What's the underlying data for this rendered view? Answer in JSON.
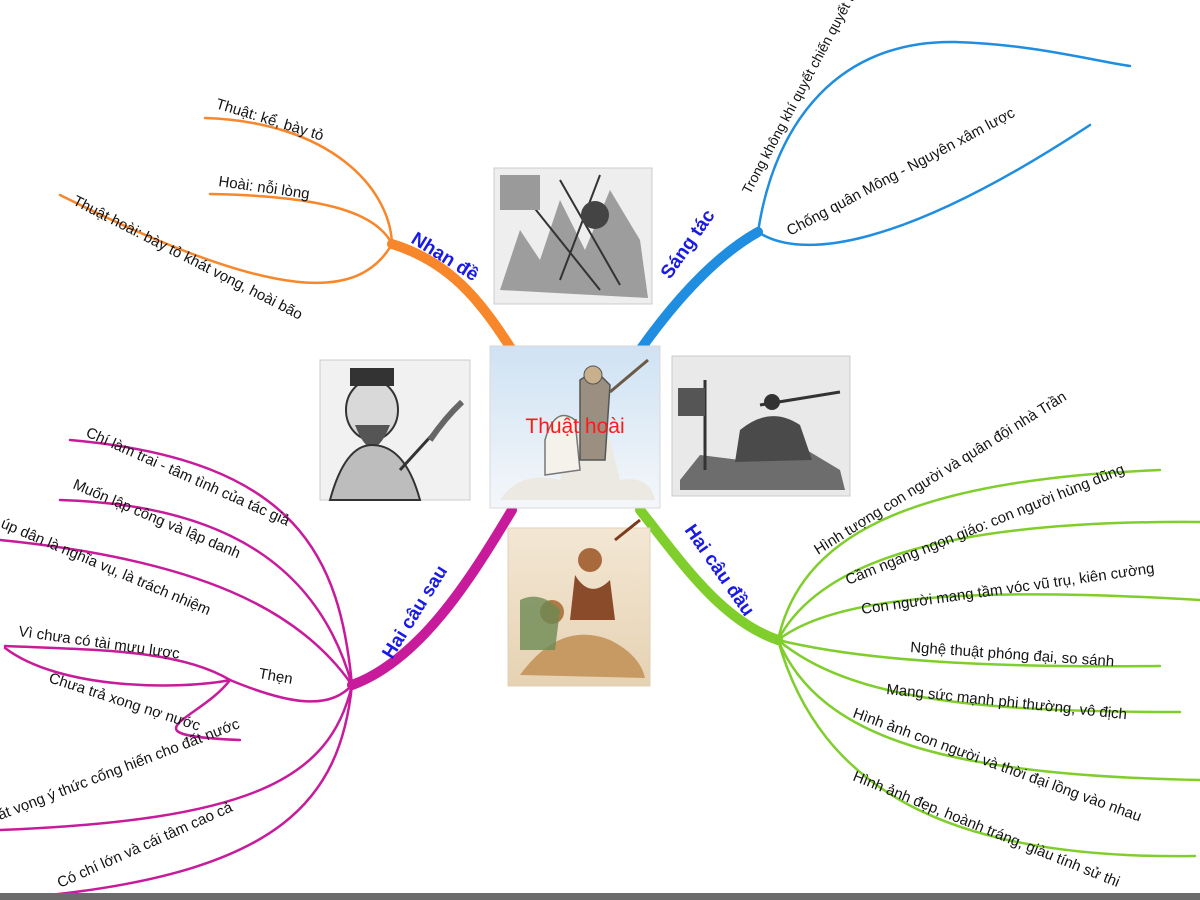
{
  "center": {
    "label": "Thuật hoài",
    "label_color": "#ff1a1a",
    "image": "general-on-horse-illustration"
  },
  "colors": {
    "orange": "#f7872a",
    "blue": "#1f8ee0",
    "magenta": "#c81b9b",
    "green": "#7fce2b",
    "branch_label": "#1a1ae6"
  },
  "branches": {
    "nhan_de": {
      "title": "Nhan đề",
      "items": [
        "Thuật: kể, bày tỏ",
        "Hoài: nỗi lòng",
        "Thuật hoài: bày tỏ khát vọng, hoài bão"
      ]
    },
    "sang_tac": {
      "title": "Sáng tác",
      "items": [
        "Trong không khí quyết chiến quyết thắng của đời Trần",
        "Chống quân Mông - Nguyên xâm lược"
      ]
    },
    "hai_cau_sau": {
      "title": "Hai câu sau",
      "items": [
        "Chí làm trai - tâm tình của tác giả",
        "Muốn lập công và lập danh",
        "úp dân là nghĩa vụ, là trách nhiệm",
        "Thẹn",
        "Vì chưa có tài mưu lược",
        "Chưa trả xong nợ nước",
        "át vọng ý thức cống hiến cho đất nước",
        "Có chí lớn và cái tâm cao cả"
      ]
    },
    "hai_cau_dau": {
      "title": "Hai câu đầu",
      "items": [
        "Hình tượng con người và quân đội nhà Trần",
        "Cầm ngang ngọn giáo: con người hùng dũng",
        "Con người mang tầm vóc vũ trụ, kiên cường",
        "Nghệ thuật phóng đại, so sánh",
        "Mang sức mạnh phi thường, vô địch",
        "Hình ảnh con người và thời đại lồng vào nhau",
        "Hình ảnh đẹp, hoành tráng, giàu tính sử thi"
      ]
    }
  },
  "pictures": [
    "battle-sketch-image",
    "scholar-with-quill-image",
    "cavalry-with-flag-image",
    "seated-soldiers-image"
  ]
}
